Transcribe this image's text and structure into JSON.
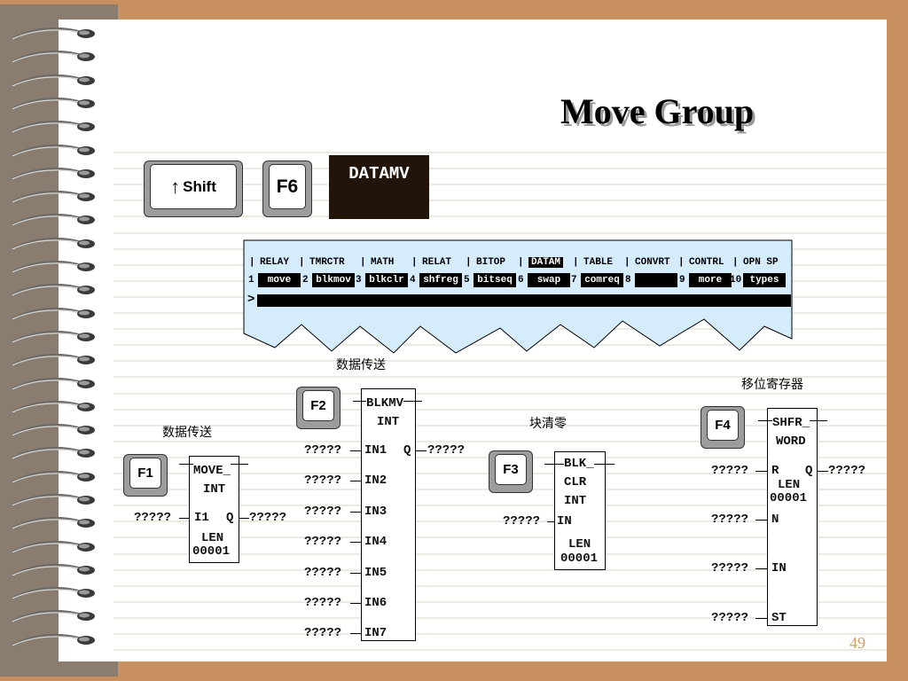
{
  "title": "Move Group",
  "keys": {
    "shift": "Shift",
    "f6": "F6",
    "f1": "F1",
    "f2": "F2",
    "f3": "F3",
    "f4": "F4"
  },
  "datamv": "DATAMV",
  "menu": {
    "top": [
      "RELAY",
      "TMRCTR",
      "MATH",
      "RELAT",
      "BITOP",
      "DATAM",
      "TABLE",
      "CONVRT",
      "CONTRL",
      "OPN SP"
    ],
    "numbers": [
      "1",
      "2",
      "3",
      "4",
      "5",
      "6",
      "7",
      "8",
      "9",
      "10"
    ],
    "softkeys": [
      "move",
      "blkmov",
      "blkclr",
      "shfreg",
      "bitseq",
      "swap",
      "comreq",
      "",
      "more",
      "types"
    ],
    "prompt": ">"
  },
  "labels": {
    "data_transfer_1": "数据传送",
    "data_transfer_2": "数据传送",
    "block_clear": "块清零",
    "shift_register": "移位寄存器"
  },
  "move": {
    "name": "MOVE_",
    "type": "INT",
    "in": "I1",
    "out": "Q",
    "len": "LEN",
    "lenval": "00001",
    "in_val": "?????",
    "out_val": "?????"
  },
  "blkmv": {
    "name": "BLKMV",
    "type": "INT",
    "out": "Q",
    "out_val": "?????",
    "inputs": [
      "IN1",
      "IN2",
      "IN3",
      "IN4",
      "IN5",
      "IN6",
      "IN7"
    ],
    "in_val": "?????"
  },
  "blkclr": {
    "l1": "BLK_",
    "l2": "CLR",
    "l3": "INT",
    "in": "IN",
    "len": "LEN",
    "lenval": "00001",
    "in_val": "?????"
  },
  "shfr": {
    "name": "SHFR_",
    "type": "WORD",
    "r": "R",
    "out": "Q",
    "len": "LEN",
    "lenval": "00001",
    "n": "N",
    "in": "IN",
    "st": "ST",
    "val": "?????"
  },
  "page_number": "49",
  "colors": {
    "menu_bg": "#d4ecfc",
    "datamv_bg": "#231409",
    "title_shadow": "#9a9a9a",
    "frame": "#c8915f"
  }
}
